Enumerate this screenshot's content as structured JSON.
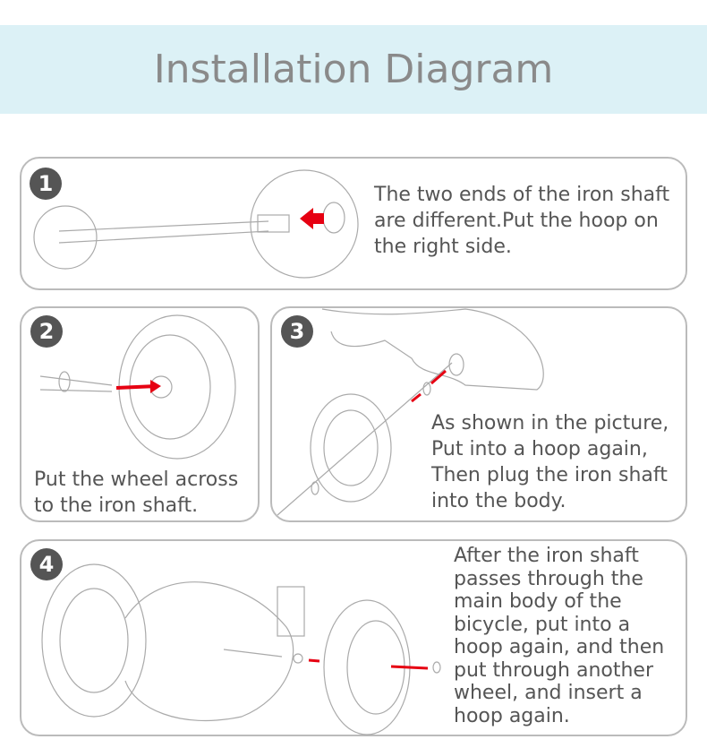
{
  "title": "Installation Diagram",
  "steps": [
    {
      "num": "1",
      "text": "The two ends of the iron shaft are different.Put the hoop on the right side."
    },
    {
      "num": "2",
      "text": "Put the wheel across to the iron shaft."
    },
    {
      "num": "3",
      "text": "As shown in the picture, Put into a hoop again, Then plug the iron shaft into the body."
    },
    {
      "num": "4",
      "text": "After the iron shaft passes through the main body of the bicycle, put into a hoop again, and then put through another wheel, and insert a hoop again."
    }
  ],
  "colors": {
    "arrow": "#e60012",
    "header_bg": "#dcf1f6"
  }
}
